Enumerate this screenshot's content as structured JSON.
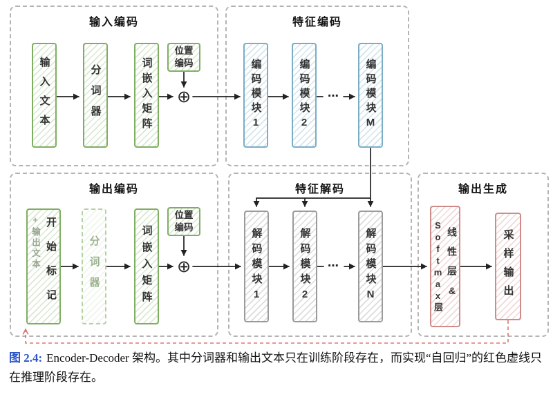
{
  "figure": {
    "caption_label": "图 2.4:",
    "caption_text": "Encoder-Decoder 架构。其中分词器和输出文本只在训练阶段存在，而实现“自回归”的红色虚线只在推理阶段存在。"
  },
  "groups": {
    "input_encoding": {
      "title": "输入编码"
    },
    "feature_encoding": {
      "title": "特征编码"
    },
    "output_encoding": {
      "title": "输出编码"
    },
    "feature_decoding": {
      "title": "特征解码"
    },
    "output_generation": {
      "title": "输出生成"
    }
  },
  "nodes": {
    "input_text": {
      "label": "输入文本"
    },
    "tokenizer_top": {
      "label": "分词器"
    },
    "embedding_top": {
      "label": "词嵌入矩阵"
    },
    "positional_encoding_top": {
      "label": "位置编码"
    },
    "encoder_module_1": {
      "label": "编码模块1"
    },
    "encoder_module_2": {
      "label": "编码模块2"
    },
    "encoder_module_m": {
      "label": "编码模块M"
    },
    "output_text": {
      "label": "+输出文本"
    },
    "start_token": {
      "label": "开始标记"
    },
    "tokenizer_bottom": {
      "label": "分词器"
    },
    "embedding_bottom": {
      "label": "词嵌入矩阵"
    },
    "positional_encoding_bottom": {
      "label": "位置编码"
    },
    "decoder_module_1": {
      "label": "解码模块1"
    },
    "decoder_module_2": {
      "label": "解码模块2"
    },
    "decoder_module_n": {
      "label": "解码模块N"
    },
    "softmax_layer": {
      "label": "Softmax层"
    },
    "linear_layer": {
      "label": "线性层&"
    },
    "sampled_output": {
      "label": "采样输出"
    }
  },
  "symbols": {
    "add": "⊕",
    "ellipsis": "⋯"
  },
  "colors": {
    "green": "#7fae62",
    "muted_green": "#b3d2a2",
    "blue": "#79aec5",
    "gray": "#9b9b9b",
    "red": "#cf8a8a",
    "arrow": "#222222",
    "autoregressive_red": "#e0756d",
    "caption_label_blue": "#2b55c8",
    "group_border": "#b4b4b4"
  }
}
